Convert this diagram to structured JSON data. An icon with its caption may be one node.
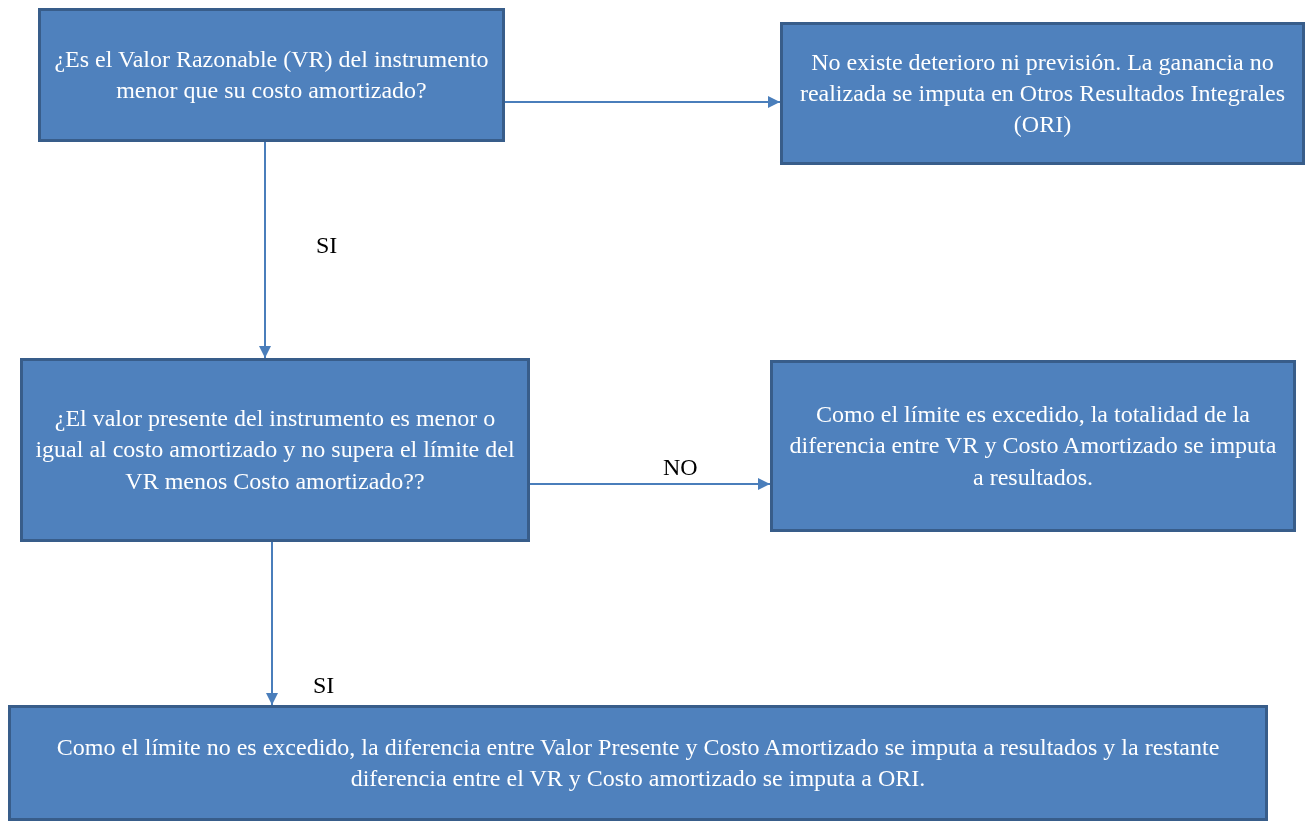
{
  "diagram": {
    "nodes": [
      {
        "text": [
          "¿Es el Valor Razonable (VR) del instrumento menor que su costo amortizado?"
        ]
      },
      {
        "text": [
          "No existe deterioro ni previsión.  La ganancia no realizada se imputa en Otros Resultados Integrales (ORI)"
        ]
      },
      {
        "text": [
          "¿El valor presente del instrumento es menor o igual al costo amortizado y no supera el límite del VR menos Costo amortizado??"
        ]
      },
      {
        "text": [
          "Como el límite es excedido, la totalidad de la diferencia entre VR y Costo Amortizado se imputa a resultados."
        ]
      },
      {
        "text": [
          "Como el límite no es excedido, la diferencia entre Valor Presente y Costo Amortizado se imputa a resultados y la restante diferencia entre el VR y Costo amortizado se imputa a ORI."
        ]
      }
    ],
    "edges": [
      {
        "from": 0,
        "to": 1,
        "arrow": "to"
      },
      {
        "from": 0,
        "to": 2,
        "arrow": "to",
        "label": "SI"
      },
      {
        "from": 2,
        "to": 3,
        "arrow": "to",
        "label": "NO"
      },
      {
        "from": 2,
        "to": 4,
        "arrow": "to",
        "label": "SI"
      }
    ]
  }
}
